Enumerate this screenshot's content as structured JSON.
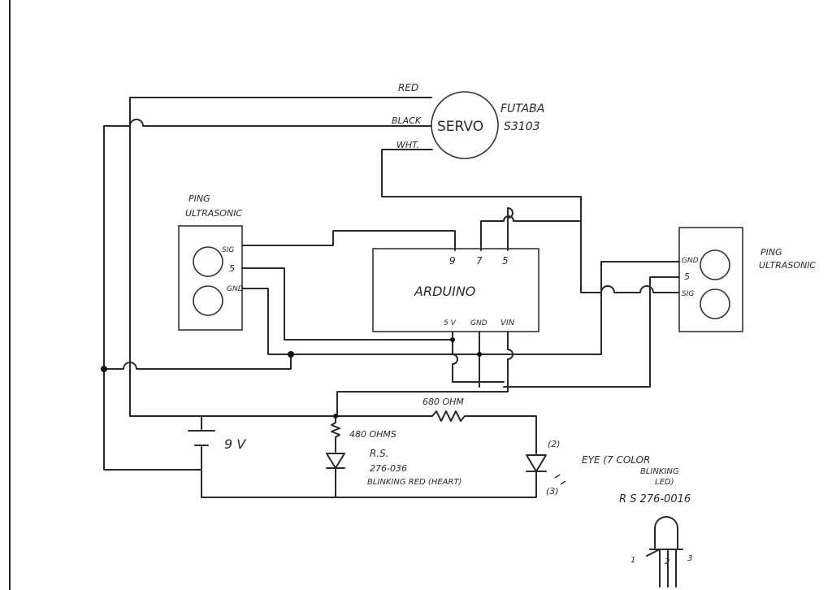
{
  "servo": {
    "label": "SERVO",
    "brand": "FUTABA",
    "model": "S3103",
    "wire_red": "RED",
    "wire_black": "BLACK",
    "wire_white": "WHT."
  },
  "ping_left": {
    "title_line1": "PING",
    "title_line2": "ULTRASONIC",
    "pin_sig": "SIG",
    "pin_5": "5",
    "pin_gnd": "GND"
  },
  "ping_right": {
    "title_line1": "PING",
    "title_line2": "ULTRASONIC",
    "pin_gnd": "GND",
    "pin_5": "5",
    "pin_sig": "SIG"
  },
  "arduino": {
    "label": "ARDUINO",
    "pin_9": "9",
    "pin_7": "7",
    "pin_5": "5",
    "pin_5v": "5 V",
    "pin_gnd": "GND",
    "pin_vin": "VIN"
  },
  "battery": {
    "label": "9 V"
  },
  "resistors": {
    "r680": "680 OHM",
    "r480": "480 OHMS"
  },
  "led_heart": {
    "line1": "R.S.",
    "line2": "276-036",
    "line3": "BLINKING RED (HEART)"
  },
  "led_eye": {
    "line1": "EYE  (7 COLOR",
    "line2": "BLINKING",
    "line3": "LED)",
    "part": "R S   276-0016",
    "pin2_tag": "(2)",
    "pin3_tag": "(3)"
  },
  "pinout": {
    "p1": "1",
    "p2": "2",
    "p3": "3"
  }
}
